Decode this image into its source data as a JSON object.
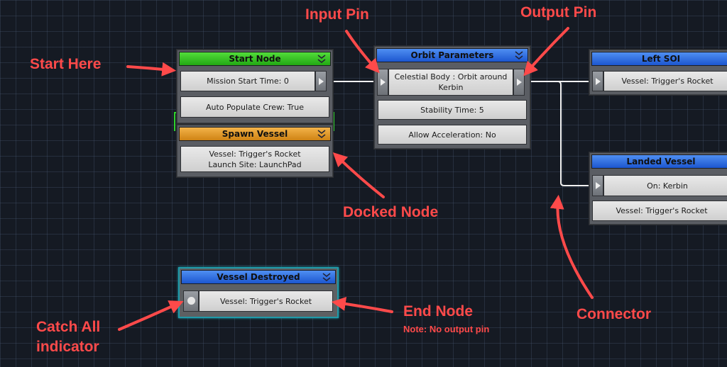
{
  "nodes": {
    "start": {
      "title": "Start Node",
      "fields": [
        "Mission Start Time: 0",
        "Auto Populate Crew: True"
      ]
    },
    "spawn": {
      "title": "Spawn Vessel",
      "fields": [
        "Vessel: Trigger's Rocket",
        "Launch Site: LaunchPad"
      ]
    },
    "orbit": {
      "title": "Orbit Parameters",
      "fields": [
        "Celestial Body : Orbit around",
        "Kerbin",
        "Stability Time: 5",
        "Allow Acceleration: No"
      ]
    },
    "left_soi": {
      "title": "Left SOI",
      "fields": [
        "Vessel: Trigger's Rocket"
      ]
    },
    "landed": {
      "title": "Landed Vessel",
      "fields": [
        "On: Kerbin",
        "Vessel: Trigger's Rocket"
      ]
    },
    "destroyed": {
      "title": "Vessel Destroyed",
      "fields": [
        "Vessel: Trigger's Rocket"
      ]
    }
  },
  "annotations": {
    "start_here": "Start Here",
    "input_pin": "Input Pin",
    "output_pin": "Output Pin",
    "docked_node": "Docked Node",
    "end_node": "End Node",
    "end_note": "Note: No output pin",
    "catch_all_line1": "Catch All",
    "catch_all_line2": "indicator",
    "connector": "Connector"
  },
  "colors": {
    "annotation": "#ff4a4a",
    "start_header": "#3cc62a",
    "spawn_header": "#e49a2c",
    "event_header": "#2f6fe6",
    "dock_bracket": "#2fd12c",
    "end_border": "#1f9aa8"
  },
  "icons": {
    "collapse": "double-chevron-down-icon",
    "pin": "play-triangle-icon",
    "catch_all": "circle-icon"
  }
}
